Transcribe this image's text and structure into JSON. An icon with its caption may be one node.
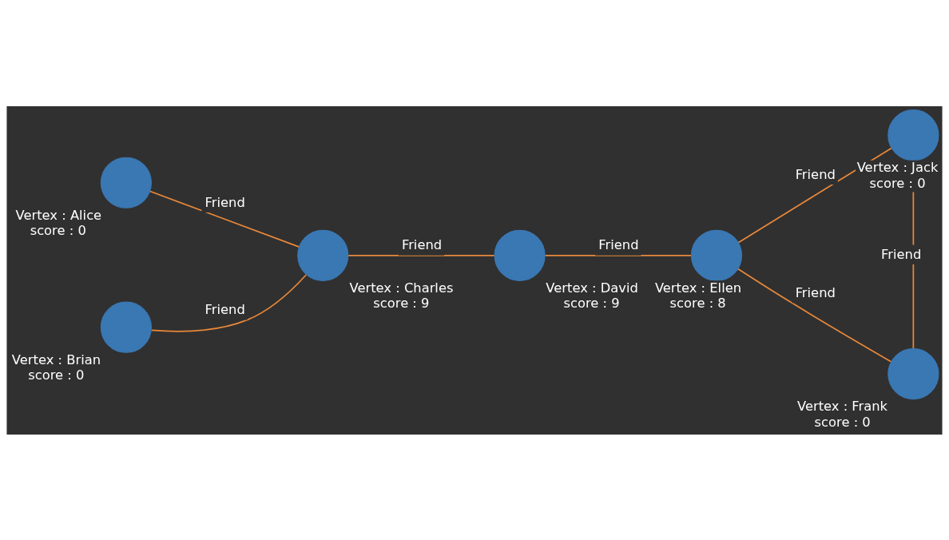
{
  "diagram": {
    "nodes": [
      {
        "text": [
          "Vertex : Alice",
          "score : 0"
        ]
      },
      {
        "text": [
          "Vertex : Jack",
          "score : 0"
        ]
      },
      {
        "text": [
          "Vertex : Charles",
          "score : 9"
        ]
      },
      {
        "text": [
          "Vertex : David",
          "score : 9"
        ]
      },
      {
        "text": [
          "Vertex : Ellen",
          "score : 8"
        ]
      },
      {
        "text": [
          "Vertex : Brian",
          "score : 0"
        ]
      },
      {
        "text": [
          "Vertex : Frank",
          "score : 0"
        ]
      }
    ],
    "edges": [
      {
        "from": 0,
        "to": 2,
        "arrow": "none",
        "label": "Friend"
      },
      {
        "from": 2,
        "to": 3,
        "arrow": "none",
        "label": "Friend"
      },
      {
        "from": 3,
        "to": 4,
        "arrow": "none",
        "label": "Friend"
      },
      {
        "from": 4,
        "to": 1,
        "arrow": "none",
        "label": "Friend"
      },
      {
        "from": 2,
        "to": 5,
        "arrow": "none",
        "label": "Friend"
      },
      {
        "from": 1,
        "to": 6,
        "arrow": "none",
        "label": "Friend"
      },
      {
        "from": 4,
        "to": 6,
        "arrow": "none",
        "label": "Friend"
      }
    ]
  }
}
